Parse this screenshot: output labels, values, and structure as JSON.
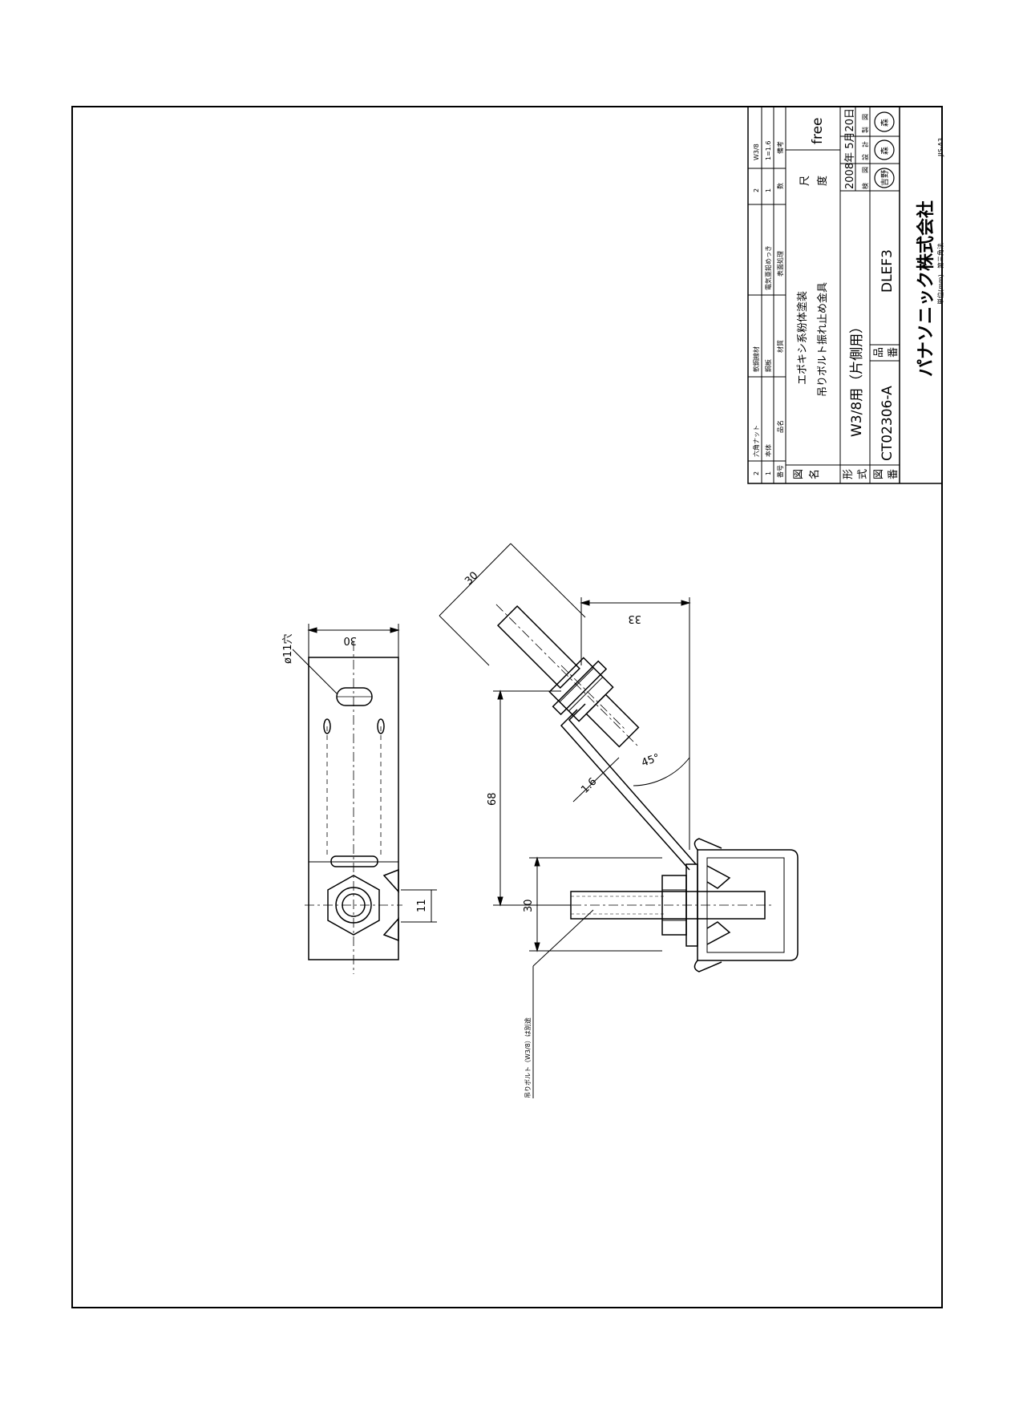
{
  "title_block": {
    "parts": [
      {
        "no": "2",
        "name": "六角ナット",
        "material": "軟鋼線材",
        "finish": "",
        "qty": "2",
        "remark": "W3/8"
      },
      {
        "no": "1",
        "name": "本体",
        "material": "鋼板",
        "finish": "電気亜鉛めっき",
        "qty": "1",
        "remark": "1=1.6"
      }
    ],
    "header": {
      "no": "番号",
      "name": "品名",
      "material": "材質",
      "finish": "表面処理",
      "qty": "数",
      "remark": "備考"
    },
    "figure_label": [
      "図",
      "名"
    ],
    "figure_name": [
      "エポキシ系粉体塗装",
      "吊りボルト振れ止め金具"
    ],
    "scale_label": [
      "尺",
      "度"
    ],
    "scale_value": "free",
    "model_label": [
      "形",
      "式"
    ],
    "model_name": "W3/8用（片側用）",
    "date": "2008年 5月20日",
    "role_labels": [
      "検",
      "図",
      "設",
      "計",
      "製",
      "図"
    ],
    "stamps": [
      "吉野",
      "森",
      "森"
    ],
    "drawing_no_label": [
      "図",
      "番"
    ],
    "drawing_no": "CT02306-A",
    "product_no_label": [
      "品",
      "番"
    ],
    "product_no": "DLEF3",
    "company": "パナソニック株式会社",
    "unit_note": "単位(mm)",
    "projection": "第三角法",
    "paper_size": "JIS-A3"
  },
  "dimensions": {
    "top_width": "30",
    "hole_dia": "ø11穴",
    "nut_height": "11",
    "arm_width": "30",
    "horizontal_offset": "33",
    "angle": "45°",
    "thickness": "1.6",
    "vertical_height": "68",
    "bolt_length": "30"
  },
  "note": "吊りボルト（W3/8）は別途"
}
